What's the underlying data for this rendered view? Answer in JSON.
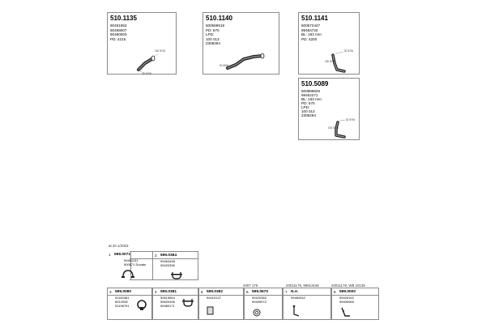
{
  "parts": {
    "p1135": {
      "number": "510.1135",
      "lines": [
        "90491953",
        "90499007",
        "90490003",
        "PD: 4215"
      ],
      "dim_a": "OD 57/6",
      "dim_b": "ID 57/6"
    },
    "p1140": {
      "number": "510.1140",
      "lines": [
        "500569519",
        "PD: 670",
        "LPD:",
        "100 013",
        "2309294"
      ],
      "dim_a": "ID 60/6"
    },
    "p1141": {
      "number": "510.1141",
      "lines": [
        "500572447",
        "99484720",
        "BL: 163 mm",
        "PD: 4200"
      ],
      "dim_a": "ID 57/6",
      "dim_b": "OD 57/6"
    },
    "p5089": {
      "number": "510.5089",
      "lines": [
        "500889826",
        "99462271",
        "BL: 163 mm",
        "PD: 670",
        "LPD:",
        "100 013",
        "2309294"
      ],
      "dim_a": "ID 57/6",
      "dim_b": "OD 57/6"
    }
  },
  "date_note": "at 20.1/2003",
  "row1": [
    {
      "index": "1",
      "number": "599.0071",
      "lines": [
        "99461131",
        "500871 Ducato"
      ],
      "icon": "clamp-icon"
    },
    {
      "index": "2",
      "number": "599.0364",
      "lines": [
        "99463498",
        "99420396"
      ],
      "icon": "u-bolt-icon"
    }
  ],
  "headers": {
    "h1": "2007 176",
    "h2": "20011178, 99913156",
    "h3": "20011178, WB 10135"
  },
  "row2": [
    {
      "index": "3",
      "number": "599.0080",
      "lines": [
        "91160481",
        "8912008",
        "51196791"
      ],
      "icon": "clamp-icon"
    },
    {
      "index": "4",
      "number": "599.0381",
      "lines": [
        "50619664",
        "50620496",
        "99480171"
      ],
      "icon": "u-bolt-icon"
    },
    {
      "index": "5",
      "number": "599.0382",
      "lines": [
        "99415137"
      ],
      "icon": "gasket-icon"
    },
    {
      "index": "6",
      "number": "599.0670",
      "lines": [
        "99420383",
        "99499073"
      ],
      "icon": "sleeve-icon"
    },
    {
      "index": "7",
      "number": "N.A.",
      "lines": [
        "99484342"
      ],
      "icon": "hanger-icon"
    },
    {
      "index": "8",
      "number": "599.0000",
      "lines": [
        "99426162",
        "99490065"
      ],
      "icon": "bracket-icon"
    }
  ]
}
